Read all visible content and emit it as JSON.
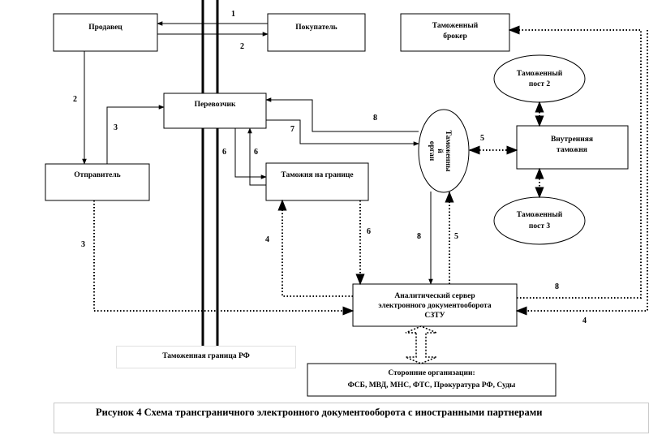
{
  "nodes": {
    "seller": "Продавец",
    "buyer": "Покупатель",
    "customs_broker": [
      "Таможенный",
      "брокер"
    ],
    "carrier": "Перевозчик",
    "sender": "Отправитель",
    "border_customs": "Таможня на границе",
    "customs_authority": [
      "Таможенны",
      "й",
      "орган"
    ],
    "inner_customs": [
      "Внутренняя",
      "таможня"
    ],
    "post2": [
      "Таможенный",
      "пост 2"
    ],
    "post3": [
      "Таможенный",
      "пост 3"
    ],
    "server": [
      "Аналитический сервер",
      "электронного документооборота",
      "СЗТУ"
    ],
    "third_parties": [
      "Сторонние организации:",
      "ФСБ, МВД, МНС, ФТС, Прокуратура РФ, Суды"
    ],
    "border_label": "Таможенная граница РФ"
  },
  "edge_labels": {
    "buyer_to_seller": "1",
    "seller_to_buyer": "2",
    "seller_to_sender": "2",
    "sender_to_carrier": "3",
    "sender_to_server": "3",
    "carrier_to_border": "6",
    "border_to_carrier": "6",
    "carrier_to_customs": "7",
    "customs_to_carrier": "8",
    "customs_to_inner": "5",
    "border_to_server": "6",
    "customs_to_server": "8",
    "server_to_customs": "5",
    "server_to_border": "4",
    "server_to_broker": "8",
    "broker_to_server": "4"
  },
  "caption": "Рисунок 4 Схема трансграничного электронного документооборота с иностранными партнерами"
}
